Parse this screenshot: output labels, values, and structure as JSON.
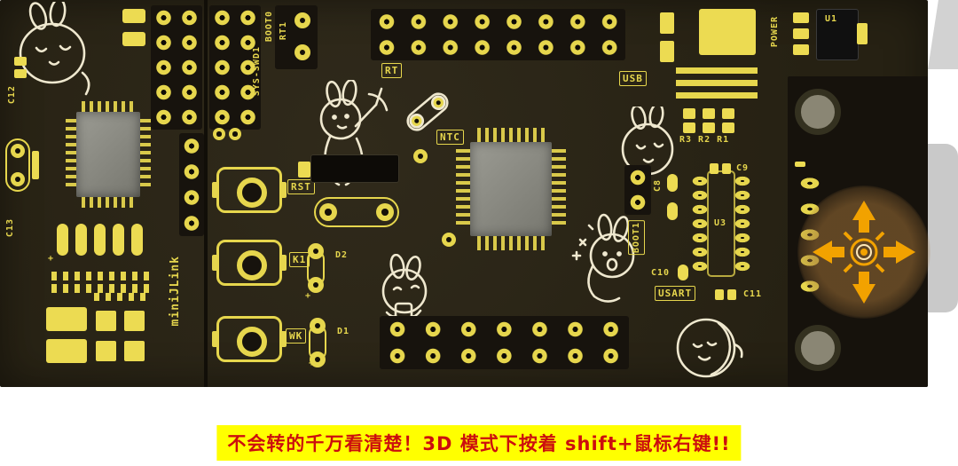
{
  "view": {
    "caption": {
      "text": "不会转的千万看清楚！3D 模式下按着 shift+鼠标右键!!"
    }
  },
  "board": {
    "labels": {
      "c12": "C12",
      "c13": "C13",
      "mini_jlink": "miniJLink",
      "sys_swd1": "SYS-SWD1",
      "boot0": "BOOT0",
      "rt1": "RT1",
      "rt": "RT",
      "ntc": "NTC",
      "rst": "RST",
      "k1": "K1",
      "d2": "D2",
      "wk": "WK",
      "d1": "D1",
      "usb": "USB",
      "boot1": "BOOT1",
      "c8": "C8",
      "c9": "C9",
      "c10": "C10",
      "c11": "C11",
      "usart": "USART",
      "u3": "U3",
      "r_group": "R3 R2 R1",
      "power": "POWER",
      "u1": "U1",
      "plus": "+"
    },
    "colors": {
      "board": "#2b2617",
      "right_panel": "#16120c",
      "silkscreen": "#e6d64d",
      "doodle": "#efe8cf",
      "gizmo_orange": "#f2a200",
      "caption_bg": "#ffff00",
      "caption_text": "#cc0e0e",
      "edge_tab": "#c9c9c9"
    },
    "icons": {
      "rotate_gizmo": "4-way orange rotate crosshair",
      "rabbit_doodles": "silkscreen rabbit cartoons"
    }
  }
}
